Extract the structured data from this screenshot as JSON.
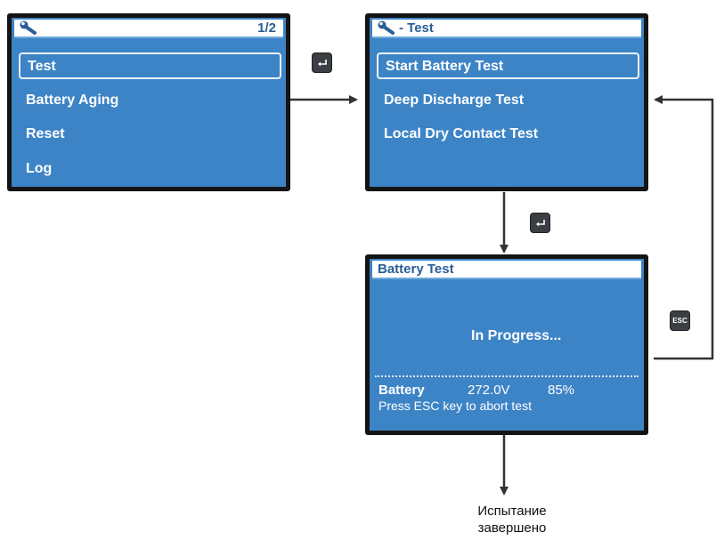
{
  "screen_main": {
    "page": "1/2",
    "items": [
      "Test",
      "Battery Aging",
      "Reset",
      "Log"
    ]
  },
  "screen_test": {
    "title": "- Test",
    "items": [
      "Start Battery Test",
      "Deep Discharge Test",
      "Local Dry Contact Test"
    ]
  },
  "screen_battery": {
    "title": "Battery Test",
    "status": "In Progress...",
    "battery_label": "Battery",
    "voltage": "272.0V",
    "percent": "85%",
    "hint": "Press ESC key to abort test"
  },
  "keys": {
    "esc": "ESC"
  },
  "caption": [
    "Испытание",
    "завершено"
  ],
  "icons": [
    "wrench-icon",
    "enter-key-icon"
  ],
  "colors": {
    "screen": "#3d84c6",
    "title_text": "#2a5d98",
    "frame": "#141414"
  }
}
